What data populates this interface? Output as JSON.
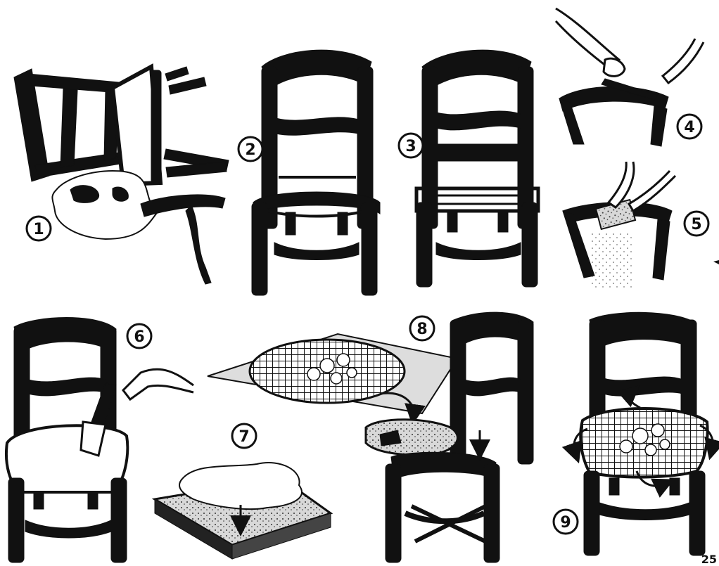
{
  "steps": [
    {
      "label": "1"
    },
    {
      "label": "2"
    },
    {
      "label": "3"
    },
    {
      "label": "4"
    },
    {
      "label": "5"
    },
    {
      "label": "6"
    },
    {
      "label": "7"
    },
    {
      "label": "8"
    },
    {
      "label": "9"
    }
  ],
  "corner_mark": "25"
}
